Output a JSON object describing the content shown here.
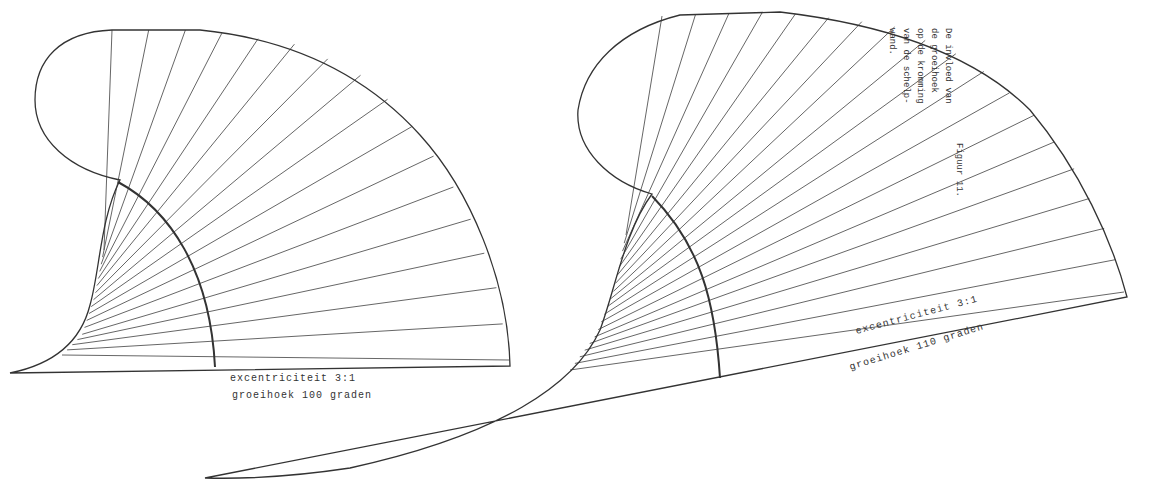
{
  "diagram": {
    "caption": "De invloed van de groeihoek op de kromming van de schelp- wand.",
    "labels": [
      "Figuur 11.",
      "excentriciteit 3:1",
      "groeihoek 100 graden",
      "excentriciteit 3:1",
      "groeihoek 110 graden"
    ]
  }
}
